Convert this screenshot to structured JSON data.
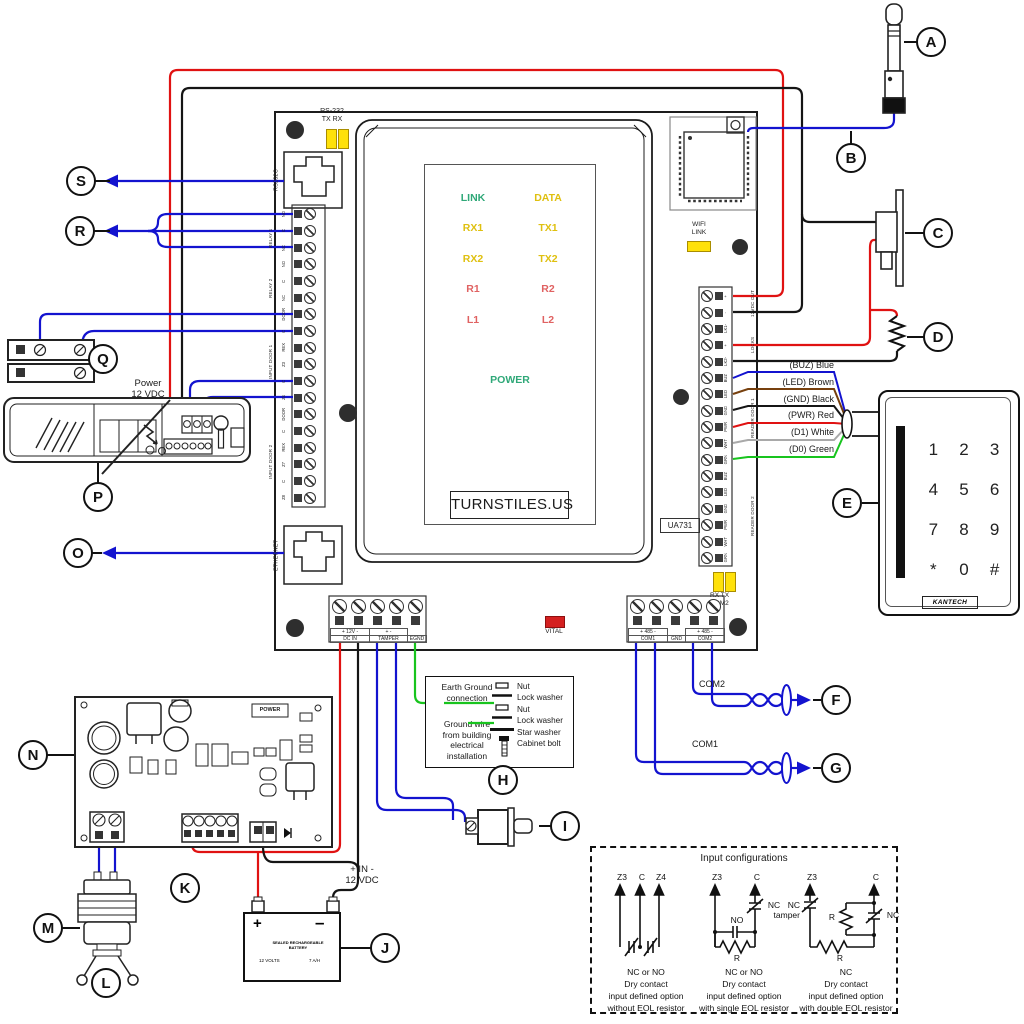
{
  "colors": {
    "wire_red": "#e01212",
    "wire_black": "#151515",
    "wire_blue": "#1313cf",
    "wire_green": "#18c41e",
    "wire_brown": "#77400e",
    "wire_gray": "#a9a9a9",
    "led_yellow": "#ffe10a",
    "led_red": "#d42020",
    "led_text_green": "#2fa878",
    "led_text_yellow": "#dfc010",
    "led_text_red": "#e06262"
  },
  "callouts": {
    "A": "A",
    "B": "B",
    "C": "C",
    "D": "D",
    "E": "E",
    "F": "F",
    "G": "G",
    "H": "H",
    "I": "I",
    "J": "J",
    "K": "K",
    "L": "L",
    "M": "M",
    "N": "N",
    "O": "O",
    "P": "P",
    "Q": "Q",
    "R": "R",
    "S": "S"
  },
  "board": {
    "brand": "TURNSTILES.US",
    "model": "UA731",
    "rs232_leds": {
      "title": "RS-232",
      "sub": "TX RX"
    },
    "rs232c_label": "RS232C",
    "ethernet_label": "ETHERNET",
    "wifi_led": {
      "line1": "WIFI",
      "line2": "LINK"
    },
    "vital_label": "VITAL",
    "com2_leds": {
      "line1": "RX TX",
      "line2": "COM2"
    },
    "led_panel": {
      "rows": [
        {
          "left": "LINK",
          "right": "DATA"
        },
        {
          "left": "RX1",
          "right": "TX1"
        },
        {
          "left": "RX2",
          "right": "TX2"
        },
        {
          "left": "R1",
          "right": "R2"
        },
        {
          "left": "L1",
          "right": "L2"
        }
      ],
      "power": "POWER"
    },
    "left_strip": {
      "groups": [
        "RELAY 1",
        "RELAY 2",
        "INPUT DOOR 1",
        "INPUT DOOR 2"
      ],
      "pins": [
        "NO",
        "C",
        "NC",
        "NO",
        "C",
        "NC",
        "DOOR",
        "C",
        "REX",
        "Z3",
        "C",
        "Z4",
        "DOOR",
        "C",
        "REX",
        "Z7",
        "C",
        "Z8"
      ]
    },
    "right_strip": {
      "groups": [
        "12VDC OUT",
        "LOCKS",
        "READER DOOR 1",
        "READER DOOR 2"
      ],
      "pins": [
        "+",
        "-",
        "LK1-",
        "+",
        "LK2-",
        "BUZ",
        "LED",
        "GND",
        "PWR",
        "WHT",
        "GRN",
        "BUZ",
        "LED",
        "GND",
        "PWR",
        "WHT",
        "GRN"
      ]
    },
    "bottom_left_strip": {
      "row1a": "+ 12V -",
      "row1b": "+  -",
      "row2a": "DC IN",
      "row2b": "TAMPER",
      "row2c": "EGND"
    },
    "bottom_right_strip": {
      "row1a": "+ 485 -",
      "row1b": "+ 485 -",
      "row2a": "COM1",
      "row2b": "GND",
      "row2c": "COM2"
    }
  },
  "reader_wires": [
    "(BUZ) Blue",
    "(LED) Brown",
    "(GND) Black",
    "(PWR) Red",
    "(D1) White",
    "(D0) Green"
  ],
  "keypad": {
    "keys": [
      "1",
      "2",
      "3",
      "4",
      "5",
      "6",
      "7",
      "8",
      "9",
      "*",
      "0",
      "#"
    ],
    "brand": "KANTECH"
  },
  "labels": {
    "power_line1": "Power",
    "power_line2": "12 VDC",
    "in_line1": "+ IN -",
    "in_line2": "12 VDC",
    "com1": "COM1",
    "com2": "COM2",
    "psu_power": "POWER"
  },
  "battery": {
    "plus": "+",
    "minus": "–",
    "title1": "SEALED RECHARGEABLE",
    "title2": "BATTERY",
    "volts": "12 VOLTS",
    "amps": "7 A/H"
  },
  "ground_detail": {
    "heading1": "Earth Ground",
    "heading2": "connection",
    "note1": "Ground wire",
    "note2": "from building",
    "note3": "electrical",
    "note4": "installation",
    "parts": [
      "Nut",
      "Lock washer",
      "Nut",
      "Lock washer",
      "Star washer",
      "Cabinet bolt"
    ]
  },
  "input_configs": {
    "title": "Input configurations",
    "c1": {
      "t1": "Z3",
      "t2": "C",
      "t3": "Z4",
      "cap1": "NC or NO",
      "cap2": "Dry contact",
      "cap3": "input defined option",
      "cap4": "without EOL resistor"
    },
    "c2": {
      "t1": "Z3",
      "t2": "C",
      "no": "NO",
      "nc": "NC",
      "r": "R",
      "cap1": "NC or NO",
      "cap2": "Dry contact",
      "cap3": "input defined option",
      "cap4": "with single EOL resistor"
    },
    "c3": {
      "t1": "Z3",
      "t2": "C",
      "tamper1": "NC",
      "tamper2": "tamper",
      "r1": "R",
      "nc": "NC",
      "r2": "R",
      "cap1": "NC",
      "cap2": "Dry contact",
      "cap3": "input defined option",
      "cap4": "with double EOL resistor"
    }
  }
}
